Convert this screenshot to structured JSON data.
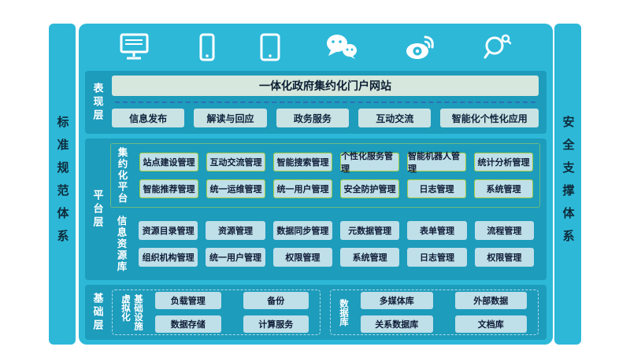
{
  "colors": {
    "main_bg": "#2db8d8",
    "layer_bg": "#1d9cbc",
    "chip_bg": "#bfdfe9",
    "chip_border_green": "#a3cc41",
    "portal_title_bg": "#d6e7dd",
    "dashed_line": "#2d6fb8"
  },
  "pillars": {
    "left": "标准规范体系",
    "right": "安全支撑体系"
  },
  "devices": {
    "icons": [
      "desktop-icon",
      "smartphone-icon",
      "tablet-icon",
      "wechat-icon",
      "weibo-icon",
      "magnifier-icon"
    ]
  },
  "presentation": {
    "layer_label": "表现层",
    "portal_title": "一体化政府集约化门户网站",
    "buttons": [
      "信息发布",
      "解读与回应",
      "政务服务",
      "互动交流",
      "智能化个性化应用"
    ]
  },
  "platform": {
    "layer_label": "平台层",
    "sections": [
      {
        "label": "集约化平台",
        "items": [
          "站点建设管理",
          "互动交流管理",
          "智能搜索管理",
          "个性化服务管理",
          "智能机器人管理",
          "统计分析管理",
          "智能推荐管理",
          "统一运维管理",
          "统一用户管理",
          "安全防护管理",
          "日志管理",
          "系统管理"
        ]
      },
      {
        "label": "信息资源库",
        "items": [
          "资源目录管理",
          "资源管理",
          "数据同步管理",
          "元数据管理",
          "表单管理",
          "流程管理",
          "组织机构管理",
          "统一用户管理",
          "权限管理",
          "系统管理",
          "日志管理",
          "权限管理"
        ]
      }
    ]
  },
  "infrastructure": {
    "layer_label": "基础层",
    "groups": [
      {
        "label": "基础设施\n虚拟化",
        "items": [
          "负载管理",
          "备份",
          "数据存储",
          "计算服务"
        ]
      },
      {
        "label": "数据库",
        "items": [
          "多媒体库",
          "外部数据",
          "关系数据库",
          "文档库"
        ]
      }
    ]
  }
}
